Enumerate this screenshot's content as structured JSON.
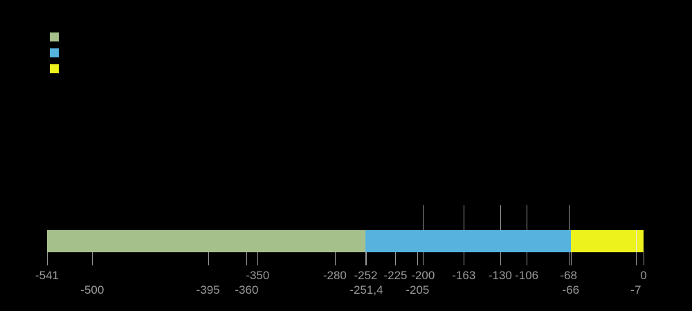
{
  "page": {
    "background": "#000000"
  },
  "colors": {
    "tick": "#9a9a9a",
    "label": "#9a9a9a",
    "divider": "#e9e9e9"
  },
  "legend": {
    "items": [
      {
        "swatch_color": "#a6c08c"
      },
      {
        "swatch_color": "#56b3de"
      },
      {
        "swatch_color": "#edf21d"
      }
    ]
  },
  "chart_data": {
    "type": "bar",
    "subtype": "horizontal-geological-timeline",
    "title": "",
    "xlabel": "",
    "ylabel": "",
    "xlim": [
      -541,
      0
    ],
    "unit": "Ma",
    "grid": false,
    "legend_position": "top-left",
    "segments": [
      {
        "start": -541,
        "end": -252,
        "color": "#a6c08c"
      },
      {
        "start": -252,
        "end": -66,
        "color": "#56b3de"
      },
      {
        "start": -66,
        "end": 0,
        "color": "#edf21d"
      }
    ],
    "inner_divider_values": [
      -7
    ],
    "upper_tick_values": [
      -200,
      -163,
      -130,
      -106,
      -68
    ],
    "lower_ticks": {
      "row1": [
        {
          "value": -541,
          "label": "-541"
        },
        {
          "value": -350,
          "label": "-350"
        },
        {
          "value": -280,
          "label": "-280"
        },
        {
          "value": -252,
          "label": "-252"
        },
        {
          "value": -225,
          "label": "-225"
        },
        {
          "value": -200,
          "label": "-200"
        },
        {
          "value": -163,
          "label": "-163"
        },
        {
          "value": -130,
          "label": "-130"
        },
        {
          "value": -106,
          "label": "-106"
        },
        {
          "value": -68,
          "label": "-68"
        },
        {
          "value": 0,
          "label": "0"
        }
      ],
      "row2": [
        {
          "value": -500,
          "label": "-500"
        },
        {
          "value": -395,
          "label": "-395"
        },
        {
          "value": -360,
          "label": "-360"
        },
        {
          "value": -251.4,
          "label": "-251,4"
        },
        {
          "value": -205,
          "label": "-205"
        },
        {
          "value": -66,
          "label": "-66"
        },
        {
          "value": -7,
          "label": "-7"
        }
      ]
    }
  }
}
